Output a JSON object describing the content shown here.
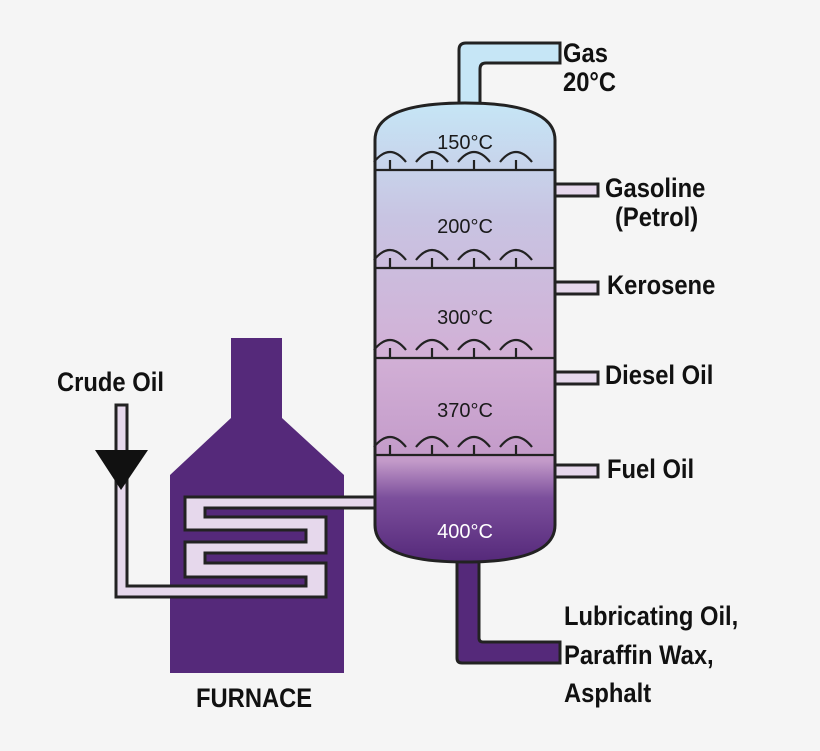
{
  "colors": {
    "furnace": "#55297a",
    "outline": "#222222",
    "column_top": "#c6e6f6",
    "column_mid": "#d4b2d8",
    "column_bottom": "#55297a",
    "pipe_light": "#e6d8ec",
    "pipe_dark": "#55297a",
    "arrow": "#111111"
  },
  "labels": {
    "gas": "Gas",
    "gas_temp": "20°C",
    "gasoline": "Gasoline",
    "gasoline_sub": "(Petrol)",
    "kerosene": "Kerosene",
    "diesel": "Diesel Oil",
    "fuel": "Fuel Oil",
    "lubricating": "Lubricating Oil,",
    "paraffin": "Paraffin Wax,",
    "asphalt": "Asphalt",
    "crude": "Crude Oil",
    "furnace": "FURNACE"
  },
  "temperatures": [
    "150°C",
    "200°C",
    "300°C",
    "370°C",
    "400°C"
  ]
}
